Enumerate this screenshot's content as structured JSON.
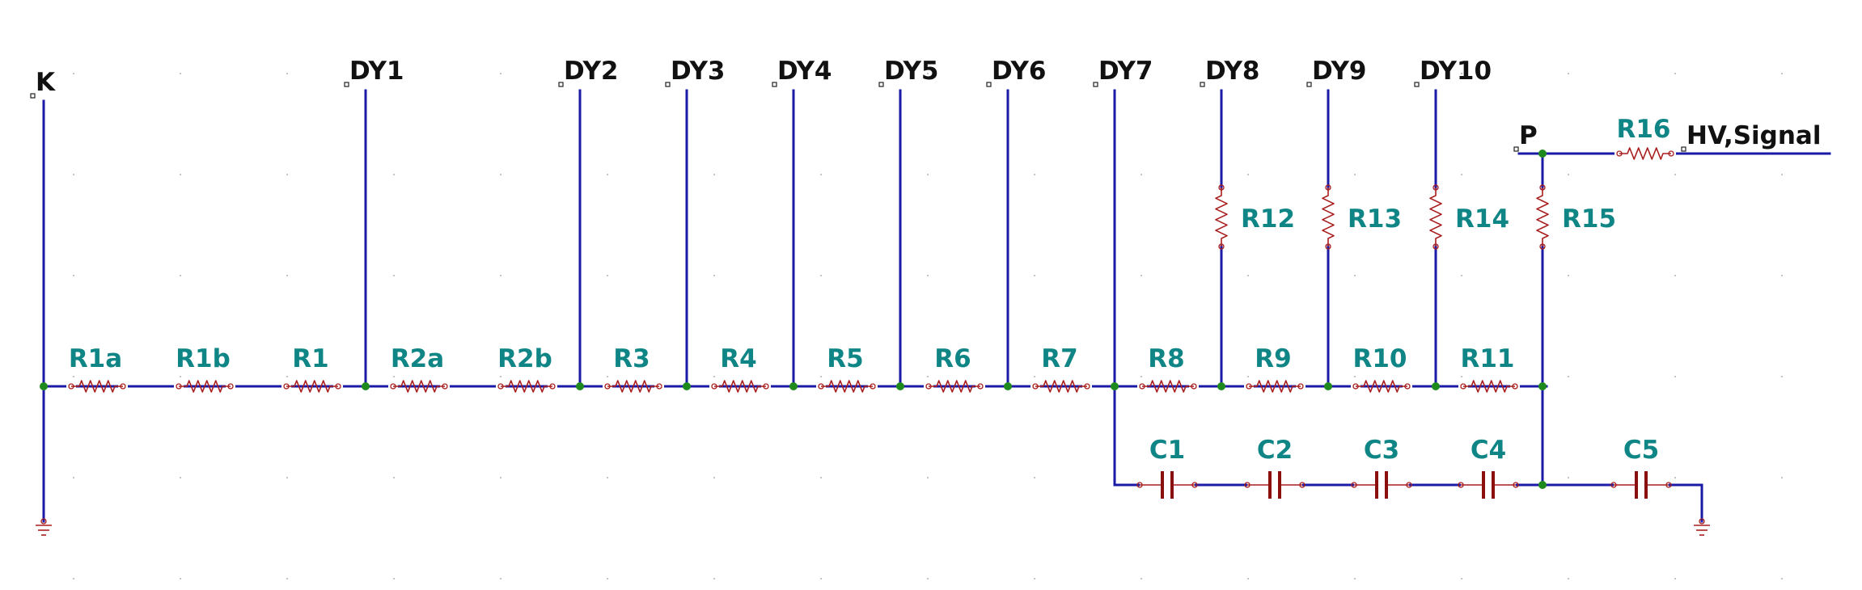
{
  "labels": {
    "nets": [
      "K",
      "DY1",
      "DY2",
      "DY3",
      "DY4",
      "DY5",
      "DY6",
      "DY7",
      "DY8",
      "DY9",
      "DY10",
      "P",
      "HV,Signal"
    ],
    "resistors_chain": [
      "R1a",
      "R1b",
      "R1",
      "R2a",
      "R2b",
      "R3",
      "R4",
      "R5",
      "R6",
      "R7",
      "R8",
      "R9",
      "R10",
      "R11"
    ],
    "resistors_vertical": [
      "R12",
      "R13",
      "R14",
      "R15"
    ],
    "resistor_hv": "R16",
    "capacitors": [
      "C1",
      "C2",
      "C3",
      "C4",
      "C5"
    ]
  },
  "colors": {
    "wire": "#1a1aa6",
    "resistor": "#a81e1e",
    "capacitor": "#8a1010",
    "junction": "#1e8a1e",
    "reference": "#0f8585",
    "net_label": "#111111"
  }
}
